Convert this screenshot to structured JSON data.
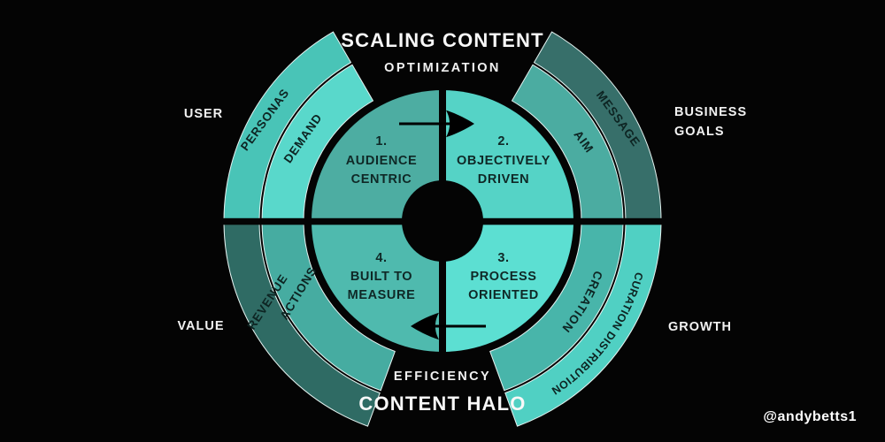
{
  "title_top": {
    "heading": "SCALING CONTENT",
    "label": "OPTIMIZATION"
  },
  "title_bottom": {
    "label": "EFFICIENCY",
    "heading": "CONTENT HALO"
  },
  "credit": "@andybetts1",
  "side_labels": {
    "user": "USER",
    "business_goals_line1": "BUSINESS",
    "business_goals_line2": "GOALS",
    "value": "VALUE",
    "growth": "GROWTH"
  },
  "wheel": {
    "quadrants": [
      {
        "number": "1.",
        "title_line1": "AUDIENCE",
        "title_line2": "CENTRIC",
        "color": "#4DADA2"
      },
      {
        "number": "2.",
        "title_line1": "OBJECTIVELY",
        "title_line2": "DRIVEN",
        "color": "#55D3C6"
      },
      {
        "number": "3.",
        "title_line1": "PROCESS",
        "title_line2": "ORIENTED",
        "color": "#5CDFD2"
      },
      {
        "number": "4.",
        "title_line1": "BUILT TO",
        "title_line2": "MEASURE",
        "color": "#4FBAAE"
      }
    ],
    "rings": {
      "top_left": {
        "outer_label": "PERSONAS",
        "outer_color": "#49C4B7",
        "inner_label": "DEMAND",
        "inner_color": "#59D8CB"
      },
      "top_right": {
        "outer_label": "MESSAGE",
        "outer_color": "#376F6A",
        "inner_label": "AIM",
        "inner_color": "#4BACA1"
      },
      "bottom_right": {
        "outer_label": "CURATION DISTRIBUTION",
        "outer_color": "#50D0C3",
        "inner_label": "CREATION",
        "inner_color": "#48B5AA"
      },
      "bottom_left": {
        "outer_label": "REVENUE",
        "outer_color": "#2F6B64",
        "inner_label": "ACTIONS",
        "inner_color": "#46ACA1"
      }
    }
  },
  "colors": {
    "background": "#040404",
    "divider": "#040404",
    "arrow": "#000000",
    "light_text": "#F7F7F7",
    "dark_text": "#0F2826",
    "band_separator": "#E4F2F0"
  }
}
